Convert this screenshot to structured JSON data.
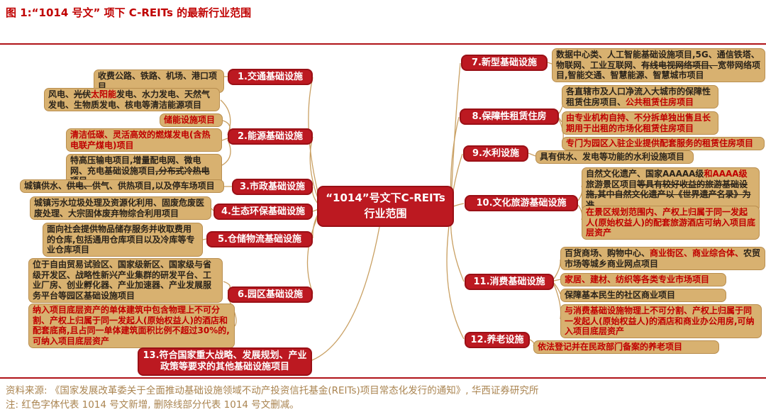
{
  "title": "图 1:“1014 号文” 项下 C-REITs 的最新行业范围",
  "center": {
    "line1": "“1014”号文下C-REITs",
    "line2": "行业范围"
  },
  "colors": {
    "accent_red": "#c00000",
    "node_red": "#bc1921",
    "leaf_tan": "#d8b170",
    "connector_gold": "#c9a063",
    "source_text_gold": "#aa8450"
  },
  "left_branches": [
    {
      "label": [
        {
          "t": "1.交通基础设施"
        }
      ],
      "leaves": [
        [
          {
            "t": "收费公路、铁路、机场、港口项目"
          }
        ]
      ]
    },
    {
      "label": [
        {
          "t": "2.能源基础设施"
        }
      ],
      "leaves": [
        [
          {
            "t": "风电、"
          },
          {
            "t": "光伏",
            "c": "del"
          },
          {
            "t": "太阳能",
            "c": "add"
          },
          {
            "t": "发电、水力发电、天然气发电、生物质发电、核电等清洁能源项目"
          }
        ],
        [
          {
            "t": "储能设施项目",
            "c": "add"
          }
        ],
        [
          {
            "t": "清洁低碳、灵活高效的燃煤发电(含热电联产煤电)项目",
            "c": "add"
          }
        ],
        [
          {
            "t": "特高压输电项目,增量配电网、微电网、充电基础设施项目"
          },
          {
            "t": ",分布式冷热电项目",
            "c": "del"
          }
        ]
      ]
    },
    {
      "label": [
        {
          "t": "3.市政基础设施"
        }
      ],
      "leaves": [
        [
          {
            "t": "城镇供水、"
          },
          {
            "t": "供电、",
            "c": "del"
          },
          {
            "t": "供气、供热项目,以及停车场项目"
          }
        ]
      ]
    },
    {
      "label": [
        {
          "t": "4.生态环保基础设施"
        }
      ],
      "leaves": [
        [
          {
            "t": "城镇污水垃圾处理及资源化利用、固废危废医废处理、大宗固体废弃物综合利用项目"
          }
        ]
      ]
    },
    {
      "label": [
        {
          "t": "5.仓储物流基础设施"
        }
      ],
      "leaves": [
        [
          {
            "t": "面向社会提供物品储存服务并收取费用的仓库,包括通用仓库项目以及冷库等专业仓库项目"
          }
        ]
      ]
    },
    {
      "label": [
        {
          "t": "6.园区基础设施"
        }
      ],
      "leaves": [
        [
          {
            "t": "位于自由贸易试验区、国家级新区、国家级与省级开发区、战略性新兴产业集群的研发平台、工业厂房、创业孵化器、产业加速器、产业发展服务平台等园区基础设施项目"
          }
        ],
        [
          {
            "t": "纳入项目底层资产的单体建筑中包含物理上不可分割、产权上归属于同一发起人(原始权益人)的酒店和配套底商,且占同一单体建筑面积比例不超过30%的,可纳入项目底层资产",
            "c": "add"
          }
        ]
      ]
    },
    {
      "label": [
        {
          "t": "13.符合国家重大战略、发展规划、产业政策等要求的其他基础设施项目"
        }
      ],
      "leaves": []
    }
  ],
  "right_branches": [
    {
      "label": [
        {
          "t": "7.新型基础设施"
        }
      ],
      "leaves": [
        [
          {
            "t": "数据中心类、人工智能基础设施项目,5G、通信铁塔、物联网、工业互联网、"
          },
          {
            "t": "有线电视网络项目、",
            "c": "del"
          },
          {
            "t": "宽带网络项目,智能交通、智慧能源、智慧城市项目"
          }
        ]
      ]
    },
    {
      "label": [
        {
          "t": "8."
        },
        {
          "t": "保障性",
          "c": "del"
        },
        {
          "t": "租赁住房"
        }
      ],
      "leaves": [
        [
          {
            "t": "各直辖市及人口净流入大城市的保障性租赁住房项目、"
          },
          {
            "t": "公共租赁住房项目",
            "c": "add"
          }
        ],
        [
          {
            "t": "由专业机构自持、不分拆单独出售且长期用于出租的市场化租赁住房项目",
            "c": "add"
          }
        ],
        [
          {
            "t": "专门为园区入驻企业提供配套服务的租赁住房项目",
            "c": "add"
          }
        ]
      ]
    },
    {
      "label": [
        {
          "t": "9.水利设施"
        }
      ],
      "leaves": [
        [
          {
            "t": "具有供水、发电等功能的水利设施项目"
          }
        ]
      ]
    },
    {
      "label": [
        {
          "t": "10.文化旅游基础设施"
        }
      ],
      "leaves": [
        [
          {
            "t": "自然文化遗产、国家AAAAA级"
          },
          {
            "t": "和AAAA级",
            "c": "add"
          },
          {
            "t": "旅游景区项目"
          },
          {
            "t": "等具有较好收益的旅游基础设施,其中自然文化遗产以《世界遗产名录》为准",
            "c": "del"
          }
        ],
        [
          {
            "t": "在景区规划范围内、产权上归属于同一发起人(原始权益人)的配套旅游酒店可纳入项目底层资产",
            "c": "add"
          }
        ]
      ]
    },
    {
      "label": [
        {
          "t": "11.消费基础设施"
        }
      ],
      "leaves": [
        [
          {
            "t": "百货商场、购物中心、"
          },
          {
            "t": "商业街区、商业综合体、",
            "c": "add"
          },
          {
            "t": "农贸市场等城乡商业网点项目"
          }
        ],
        [
          {
            "t": "家居、建材、纺织等各类专业市场项目",
            "c": "add"
          }
        ],
        [
          {
            "t": "保障基本民生的社区商业项目"
          }
        ],
        [
          {
            "t": "与消费基础设施物理上不可分割、产权上归属于同一发起人(原始权益人)的酒店和商业办公用房,可纳入项目底层资产",
            "c": "add"
          }
        ]
      ]
    },
    {
      "label": [
        {
          "t": "12.养老设施"
        }
      ],
      "leaves": [
        [
          {
            "t": "依法登记并在民政部门备案的养老项目",
            "c": "add"
          }
        ]
      ]
    }
  ],
  "source": {
    "line1": "资料来源: 《国家发展改革委关于全面推动基础设施领域不动产投资信托基金(REITs)项目常态化发行的通知》, 华西证券研究所",
    "line2": "注: 红色字体代表 1014 号文新增, 删除线部分代表 1014 号文删减。"
  }
}
